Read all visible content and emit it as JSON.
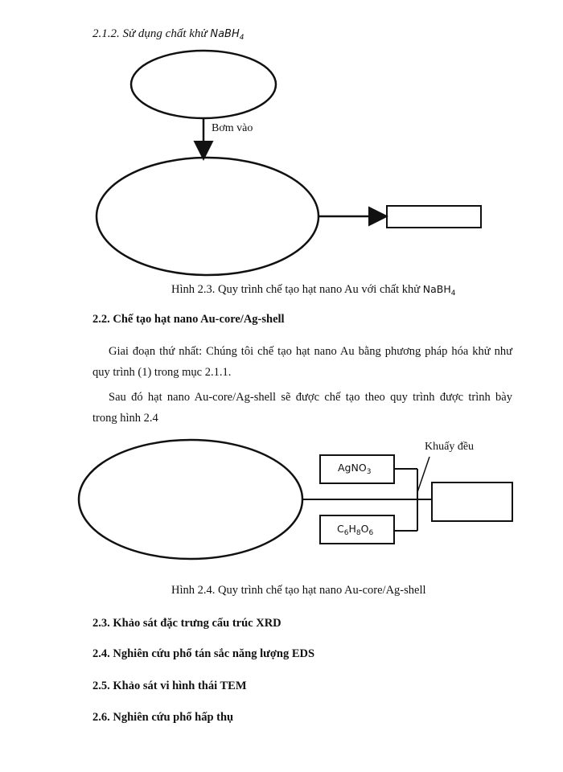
{
  "section_212": {
    "title_prefix": "2.1.2. Sử dụng chất khử ",
    "title_chem": "NaBH",
    "title_chem_sub": "4"
  },
  "figure_23": {
    "arrow_label": "Bơm vào",
    "caption_prefix": "Hình 2.3. Quy trình chế tạo hạt nano Au với chất khử ",
    "caption_chem": "NaBH",
    "caption_chem_sub": "4"
  },
  "section_22": {
    "heading": "2.2. Chế tạo hạt nano Au-core/Ag-shell",
    "para1_line1": "Giai đoạn thứ nhất: Chúng tôi chế tạo hạt nano Au bằng phương pháp hóa khử như",
    "para1_line2": "quy trình (1) trong  mục 2.1.1.",
    "para2_line1": "Sau đó hạt nano Au-core/Ag-shell sẽ được chế tạo theo quy trình được trình bày",
    "para2_line2": "trong hình 2.4"
  },
  "figure_24": {
    "stir_label": "Khuấy đều",
    "box1_chem": "AgNO",
    "box1_sub": "3",
    "box2_c": "C",
    "box2_c_sub": "6",
    "box2_h": "H",
    "box2_h_sub": "8",
    "box2_o": "O",
    "box2_o_sub": "6",
    "caption": "Hình 2.4. Quy trình chế tạo hạt nano Au-core/Ag-shell"
  },
  "headings": {
    "s23": "2.3. Khảo sát đặc trưng cấu trúc XRD",
    "s24": "2.4. Nghiên cứu phổ tán sắc năng lượng EDS",
    "s25": "2.5. Khảo sát vi hình thái TEM",
    "s26": "2.6. Nghiên cứu phổ hấp thụ"
  }
}
